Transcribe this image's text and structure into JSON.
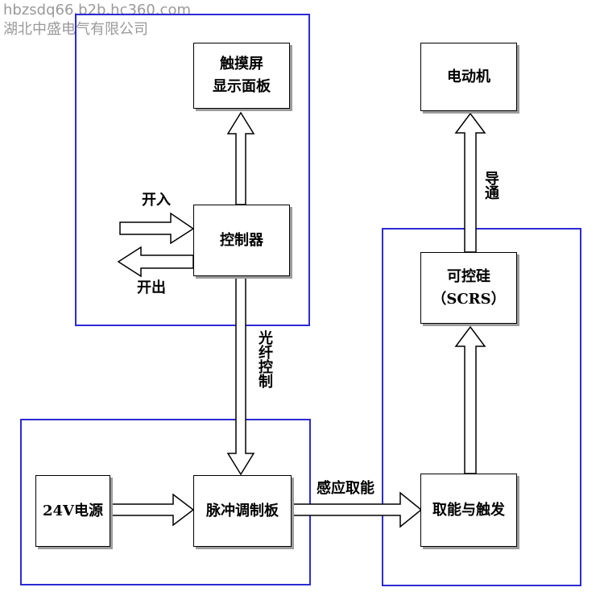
{
  "watermark": {
    "line1": "hbzsdq66.b2b.hc360.com",
    "line2": "湖北中盛电气有限公司"
  },
  "nodes": {
    "touchscreen": {
      "line1": "触摸屏",
      "line2": "显示面板"
    },
    "controller": "控制器",
    "motor": "电动机",
    "scr": {
      "line1": "可控硅",
      "line2": "（SCRS）"
    },
    "power": "24V电源",
    "pwm_board": "脉冲调制板",
    "trigger": "取能与触发"
  },
  "labels": {
    "switch_in": "开入",
    "switch_out": "开出",
    "fiber_control": "光纤控制",
    "conduct": "导通",
    "induction": "感应取能"
  },
  "colors": {
    "group_border": "#2b2bd6",
    "watermark": "#9a9a9a"
  }
}
